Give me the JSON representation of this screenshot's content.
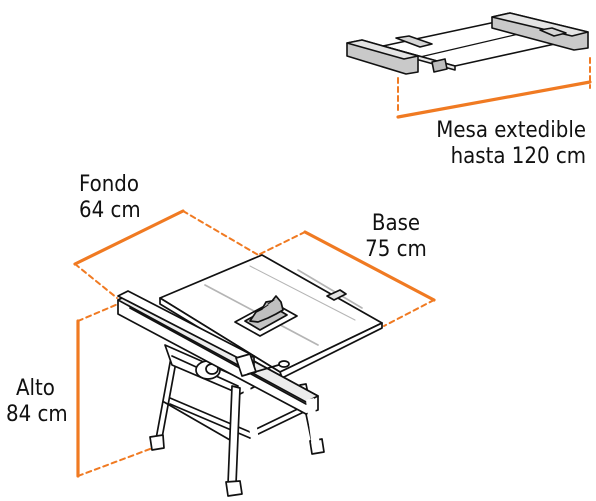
{
  "labels": {
    "extension": [
      "Mesa extedible",
      "hasta 120 cm"
    ],
    "depth": [
      "Fondo",
      "64 cm"
    ],
    "base": [
      "Base",
      "75 cm"
    ],
    "height": [
      "Alto",
      "84 cm"
    ]
  },
  "colors": {
    "accent": "#f07a22",
    "line": "#111111",
    "text": "#111111",
    "surface": "#ffffff",
    "rail": "#c8c8c8"
  },
  "icons": {
    "table_saw": "table-saw-illustration",
    "extension_table": "extension-table-illustration"
  }
}
